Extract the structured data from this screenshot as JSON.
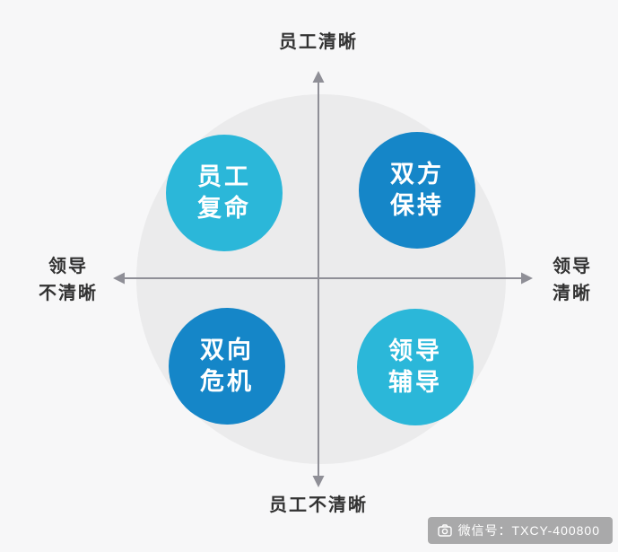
{
  "axes": {
    "top": "员工清晰",
    "bottom": "员工不清晰",
    "left": [
      "领导",
      "不清晰"
    ],
    "right": [
      "领导",
      "清晰"
    ]
  },
  "quadrants": {
    "top_left": {
      "lines": [
        "员工",
        "复命"
      ],
      "color": "#2bb7d9"
    },
    "top_right": {
      "lines": [
        "双方",
        "保持"
      ],
      "color": "#1586c8"
    },
    "bottom_left": {
      "lines": [
        "双向",
        "危机"
      ],
      "color": "#1586c8"
    },
    "bottom_right": {
      "lines": [
        "领导",
        "辅导"
      ],
      "color": "#2bb7d9"
    }
  },
  "colors": {
    "axis": "#8f8f97",
    "background_circle": "#ebebec",
    "page_background": "#f7f7f8"
  },
  "watermark": {
    "text": "微信号：TXCY-400800"
  }
}
